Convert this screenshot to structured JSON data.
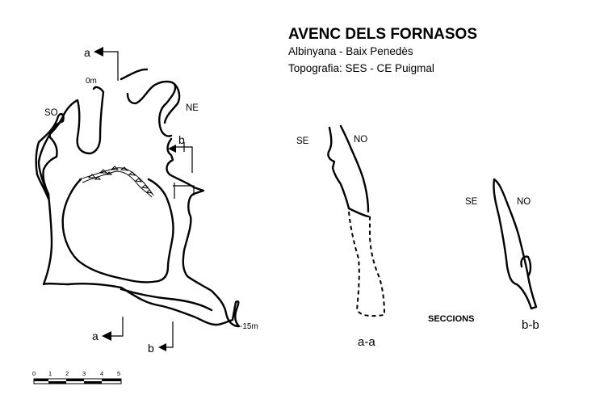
{
  "header": {
    "title": "AVENC DELS FORNASOS",
    "location": "Albinyana - Baix Penedès",
    "credits": "Topografia: SES - CE Puigmal"
  },
  "plan": {
    "orient_sw": "SO",
    "orient_ne": "NE",
    "depth_top": "0m",
    "depth_bottom": "-15m",
    "section_a_top": "a",
    "section_a_bottom": "a",
    "section_b_top": "b",
    "section_b_bottom": "b"
  },
  "section_aa": {
    "left_label": "SE",
    "right_label": "NO",
    "name": "a-a"
  },
  "section_bb": {
    "left_label": "SE",
    "right_label": "NO",
    "name": "b-b"
  },
  "sections_caption": "SECCIONS",
  "scale_bar": {
    "ticks": [
      "0",
      "1",
      "2",
      "3",
      "4",
      "5"
    ]
  },
  "colors": {
    "ink": "#000000",
    "paper": "#ffffff"
  }
}
